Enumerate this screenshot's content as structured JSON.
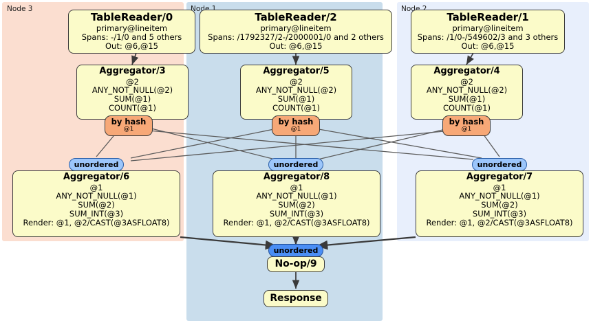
{
  "diagram": {
    "type": "distributed-query-execution-plan",
    "nodes": [
      {
        "id": "node3",
        "label": "Node 3",
        "accent": "#fbded0",
        "reader": {
          "title": "TableReader/0",
          "lines": [
            "primary@lineitem",
            "Spans: -/1/0 and 5 others",
            "Out: @6,@15"
          ]
        },
        "aggregator": {
          "title": "Aggregator/3",
          "lines": [
            "@2",
            "ANY_NOT_NULL(@2)",
            "SUM(@1)",
            "COUNT(@1)"
          ]
        },
        "router": {
          "label": "by hash",
          "sub": "@1"
        },
        "receiver": {
          "label": "unordered"
        },
        "final": {
          "title": "Aggregator/6",
          "lines": [
            "@1",
            "ANY_NOT_NULL(@1)",
            "SUM(@2)",
            "SUM_INT(@3)",
            "Render: @1, @2/CAST(@3ASFLOAT8)"
          ]
        }
      },
      {
        "id": "node1",
        "label": "Node 1",
        "accent": "#c9ddec",
        "reader": {
          "title": "TableReader/2",
          "lines": [
            "primary@lineitem",
            "Spans: /1792327/2-/2000001/0 and 2 others",
            "Out: @6,@15"
          ]
        },
        "aggregator": {
          "title": "Aggregator/5",
          "lines": [
            "@2",
            "ANY_NOT_NULL(@2)",
            "SUM(@1)",
            "COUNT(@1)"
          ]
        },
        "router": {
          "label": "by hash",
          "sub": "@1"
        },
        "receiver": {
          "label": "unordered"
        },
        "final": {
          "title": "Aggregator/8",
          "lines": [
            "@1",
            "ANY_NOT_NULL(@1)",
            "SUM(@2)",
            "SUM_INT(@3)",
            "Render: @1, @2/CAST(@3ASFLOAT8)"
          ]
        }
      },
      {
        "id": "node2",
        "label": "Node 2",
        "accent": "#e8effc",
        "reader": {
          "title": "TableReader/1",
          "lines": [
            "primary@lineitem",
            "Spans: /1/0-/549602/3 and 3 others",
            "Out: @6,@15"
          ]
        },
        "aggregator": {
          "title": "Aggregator/4",
          "lines": [
            "@2",
            "ANY_NOT_NULL(@2)",
            "SUM(@1)",
            "COUNT(@1)"
          ]
        },
        "router": {
          "label": "by hash",
          "sub": "@1"
        },
        "receiver": {
          "label": "unordered"
        },
        "final": {
          "title": "Aggregator/7",
          "lines": [
            "@1",
            "ANY_NOT_NULL(@1)",
            "SUM(@2)",
            "SUM_INT(@3)",
            "Render: @1, @2/CAST(@3ASFLOAT8)"
          ]
        }
      }
    ],
    "gather": {
      "label": "unordered"
    },
    "noop": {
      "title": "No-op/9"
    },
    "response": {
      "title": "Response"
    },
    "colors": {
      "box_fill": "#fbfbc9",
      "box_stroke": "#3b3b3b",
      "router_fill": "#f7a877",
      "receiver_fill": "#9cc6fb",
      "gather_fill": "#4a8ef5",
      "edge": "#444444"
    }
  }
}
